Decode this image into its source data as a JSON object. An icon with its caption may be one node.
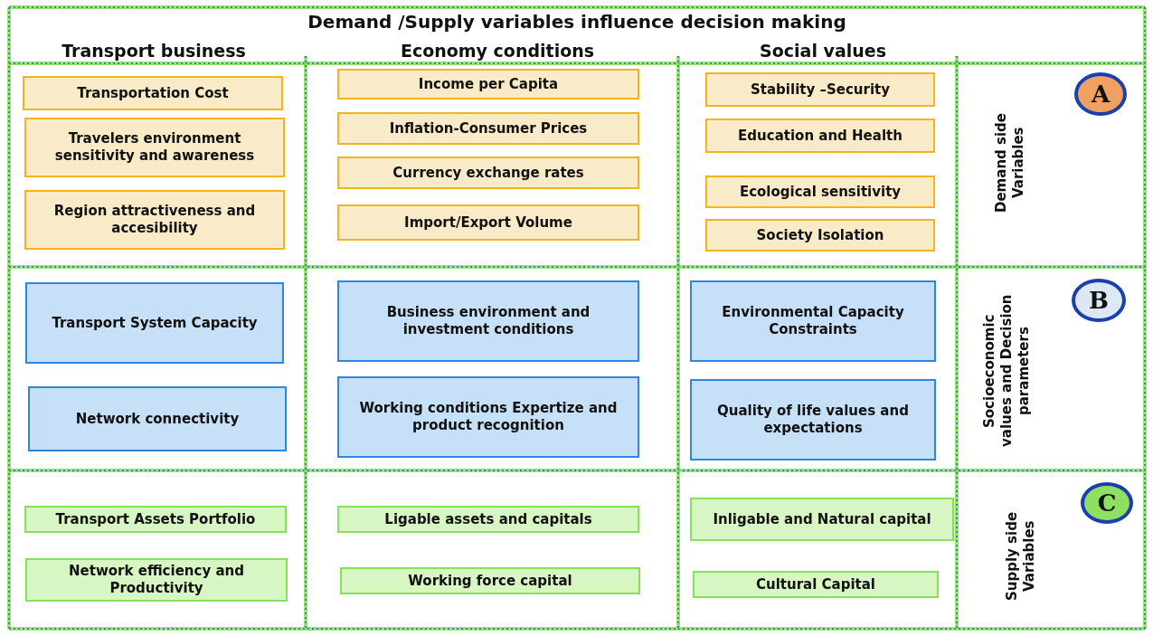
{
  "diagram": {
    "title": "Demand /Supply variables influence decision making",
    "nodes": [
      {
        "text": [
          "Transportation Cost"
        ]
      },
      {
        "text": [
          "Travelers environment sensitivity and awareness"
        ]
      },
      {
        "text": [
          "Region attractiveness and accesibility"
        ]
      },
      {
        "text": [
          "Income per Capita"
        ]
      },
      {
        "text": [
          "Inflation-Consumer Prices"
        ]
      },
      {
        "text": [
          "Currency exchange rates"
        ]
      },
      {
        "text": [
          "Import/Export Volume"
        ]
      },
      {
        "text": [
          "Stability –Security"
        ]
      },
      {
        "text": [
          "Education and Health"
        ]
      },
      {
        "text": [
          "Ecological sensitivity"
        ]
      },
      {
        "text": [
          "Society Isolation"
        ]
      },
      {
        "text": [
          "A"
        ]
      },
      {
        "text": [
          "Transport System Capacity"
        ]
      },
      {
        "text": [
          "Network connectivity"
        ]
      },
      {
        "text": [
          "Business environment and investment conditions"
        ]
      },
      {
        "text": [
          "Working conditions Expertize and product recognition"
        ]
      },
      {
        "text": [
          "Environmental Capacity Constraints"
        ]
      },
      {
        "text": [
          "Quality of life values and expectations"
        ]
      },
      {
        "text": [
          "B"
        ]
      },
      {
        "text": [
          "Transport Assets Portfolio"
        ]
      },
      {
        "text": [
          "Network efficiency and Productivity"
        ]
      },
      {
        "text": [
          "Ligable assets and capitals"
        ]
      },
      {
        "text": [
          "Working force capital"
        ]
      },
      {
        "text": [
          "Inligable and Natural capital"
        ]
      },
      {
        "text": [
          "Cultural Capital"
        ]
      },
      {
        "text": [
          "C"
        ]
      }
    ],
    "edges": [],
    "labels": [
      "Transport business",
      "Economy conditions",
      "Social values",
      "Demand side Variables",
      "Socioeconomic values and Decision parameters",
      "Supply side Variables"
    ]
  }
}
